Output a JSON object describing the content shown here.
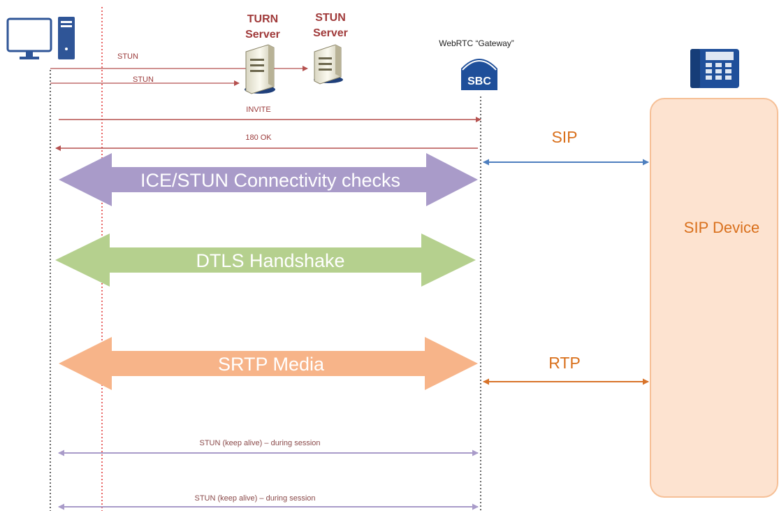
{
  "servers": {
    "turn": {
      "line1": "TURN",
      "line2": "Server"
    },
    "stun": {
      "line1": "STUN",
      "line2": "Server"
    }
  },
  "gateway": {
    "label": "WebRTC “Gateway”",
    "logo_text": "SBC"
  },
  "messages": {
    "stun_1": "STUN",
    "stun_2": "STUN",
    "invite": "INVITE",
    "ok_180": "180 OK",
    "ice": "ICE/STUN Connectivity checks",
    "dtls": "DTLS Handshake",
    "srtp": "SRTP Media",
    "keepalive_1": "STUN (keep alive) – during session",
    "keepalive_2": "STUN (keep alive) – during session"
  },
  "protocols": {
    "sip": "SIP",
    "rtp": "RTP"
  },
  "sip_device": {
    "label": "SIP Device"
  },
  "icons": {
    "client": "desktop-computer-icon",
    "turn": "server-tower-icon",
    "stun": "server-tower-icon",
    "gateway": "sbc-logo-icon",
    "phone": "desk-phone-icon"
  },
  "colors": {
    "signal": "#b5514f",
    "ice": "#a99bc9",
    "dtls": "#b5d08e",
    "srtp": "#f7b489",
    "sip_arrow": "#4e7fbf",
    "rtp_arrow": "#d8732a",
    "keepalive": "#a99bc9",
    "device_fill": "#fde3d0",
    "device_border": "#f6c097"
  }
}
